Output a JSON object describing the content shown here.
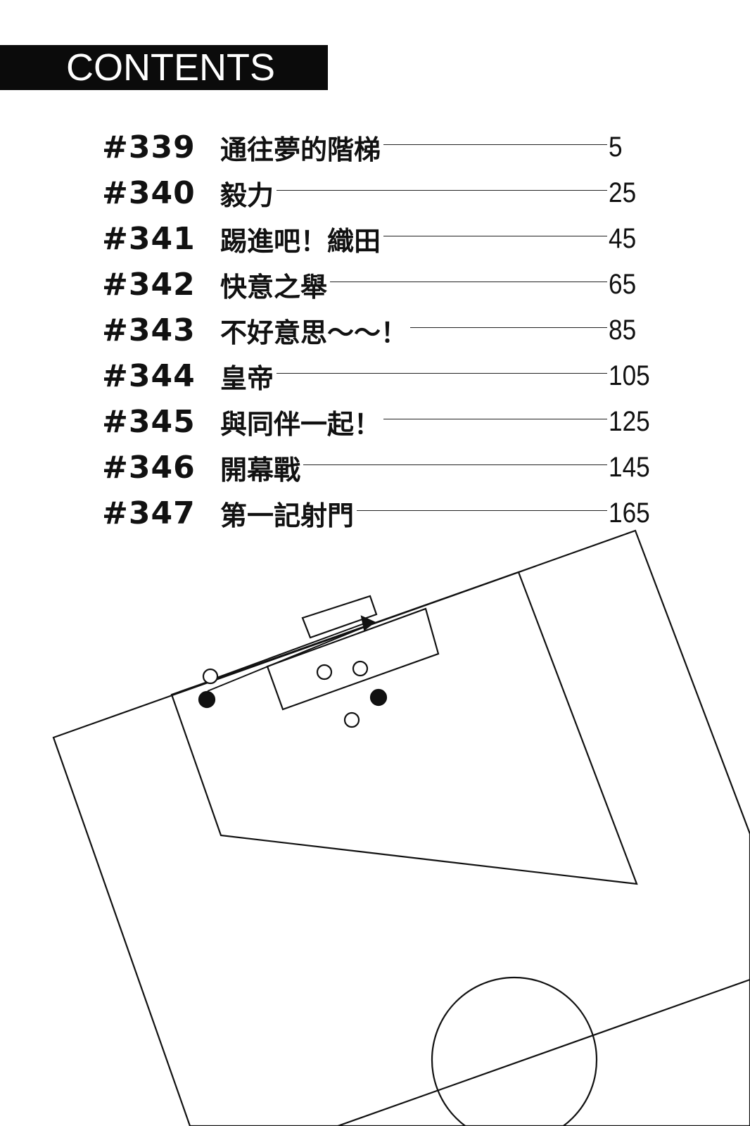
{
  "header": {
    "title": "CONTENTS"
  },
  "toc": [
    {
      "number": "#339",
      "title": "通往夢的階梯",
      "page": "5"
    },
    {
      "number": "#340",
      "title": "毅力",
      "page": "25"
    },
    {
      "number": "#341",
      "title": "踢進吧！織田",
      "page": "45"
    },
    {
      "number": "#342",
      "title": "快意之舉",
      "page": "65"
    },
    {
      "number": "#343",
      "title": "不好意思～～！",
      "page": "85"
    },
    {
      "number": "#344",
      "title": "皇帝",
      "page": "105"
    },
    {
      "number": "#345",
      "title": "與同伴一起！",
      "page": "125"
    },
    {
      "number": "#346",
      "title": "開幕戰",
      "page": "145"
    },
    {
      "number": "#347",
      "title": "第一記射門",
      "page": "165"
    }
  ],
  "colors": {
    "banner": "#0b0b0b",
    "ink": "#111111",
    "paper": "#ffffff"
  }
}
